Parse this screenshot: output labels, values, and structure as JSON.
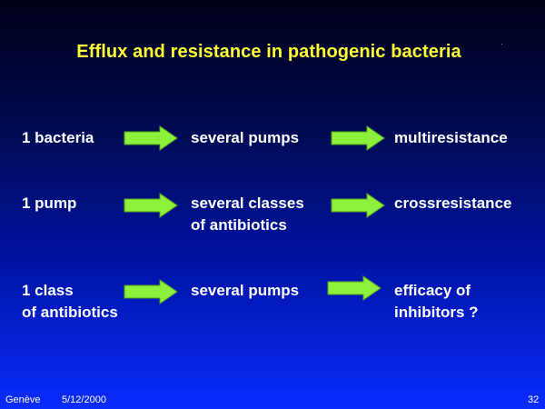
{
  "slide": {
    "title": "Efflux and resistance in pathogenic bacteria",
    "rows": [
      {
        "col1": [
          "1 bacteria"
        ],
        "col2": [
          "several pumps"
        ],
        "col3": [
          "multiresistance"
        ]
      },
      {
        "col1": [
          "1 pump"
        ],
        "col2": [
          "several classes",
          "of antibiotics"
        ],
        "col3": [
          "crossresistance"
        ]
      },
      {
        "col1": [
          "1 class",
          "of antibiotics"
        ],
        "col2": [
          "several pumps"
        ],
        "col3": [
          "efficacy of",
          "inhibitors ?"
        ]
      }
    ],
    "footer": {
      "location": "Genève",
      "date": "5/12/2000",
      "page_number": "32"
    },
    "colors": {
      "title": "#ffff33",
      "text": "#ffffff",
      "arrow_fill": "#8cf03c",
      "arrow_stroke": "#5aa020"
    }
  }
}
